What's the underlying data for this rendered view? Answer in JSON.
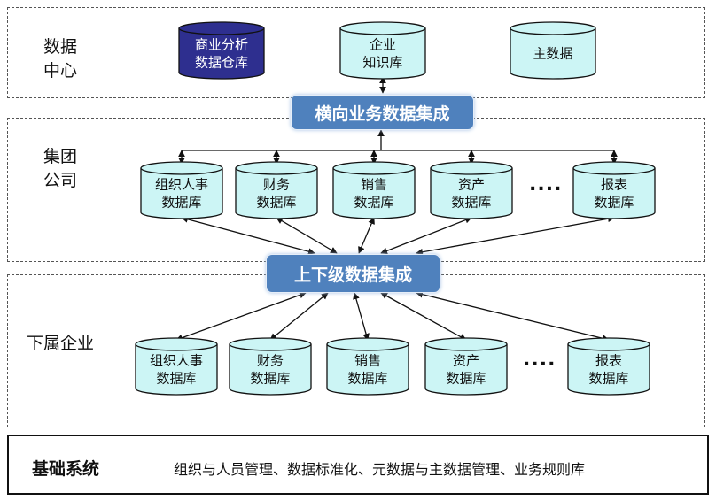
{
  "zones": {
    "data_center": "数据\n中心",
    "group": "集团\n公司",
    "subsidiary": "下属企业"
  },
  "bands": {
    "horizontal": "横向业务数据集成",
    "vertical": "上下级数据集成"
  },
  "data_center_dbs": [
    {
      "label": "商业分析\n数据仓库",
      "highlight": true
    },
    {
      "label": "企业\n知识库",
      "highlight": false
    },
    {
      "label": "主数据",
      "highlight": false
    }
  ],
  "group_dbs": [
    "组织人事\n数据库",
    "财务\n数据库",
    "销售\n数据库",
    "资产\n数据库",
    "报表\n数据库"
  ],
  "subsidiary_dbs": [
    "组织人事\n数据库",
    "财务\n数据库",
    "销售\n数据库",
    "资产\n数据库",
    "报表\n数据库"
  ],
  "ellipsis": "....",
  "foundation": {
    "title": "基础系统",
    "text": "组织与人员管理、数据标准化、元数据与主数据管理、业务规则库"
  },
  "colors": {
    "cylinder_fill": "#ccf5f5",
    "cylinder_highlight": "#2e2f8f",
    "band": "#4f81bd"
  }
}
